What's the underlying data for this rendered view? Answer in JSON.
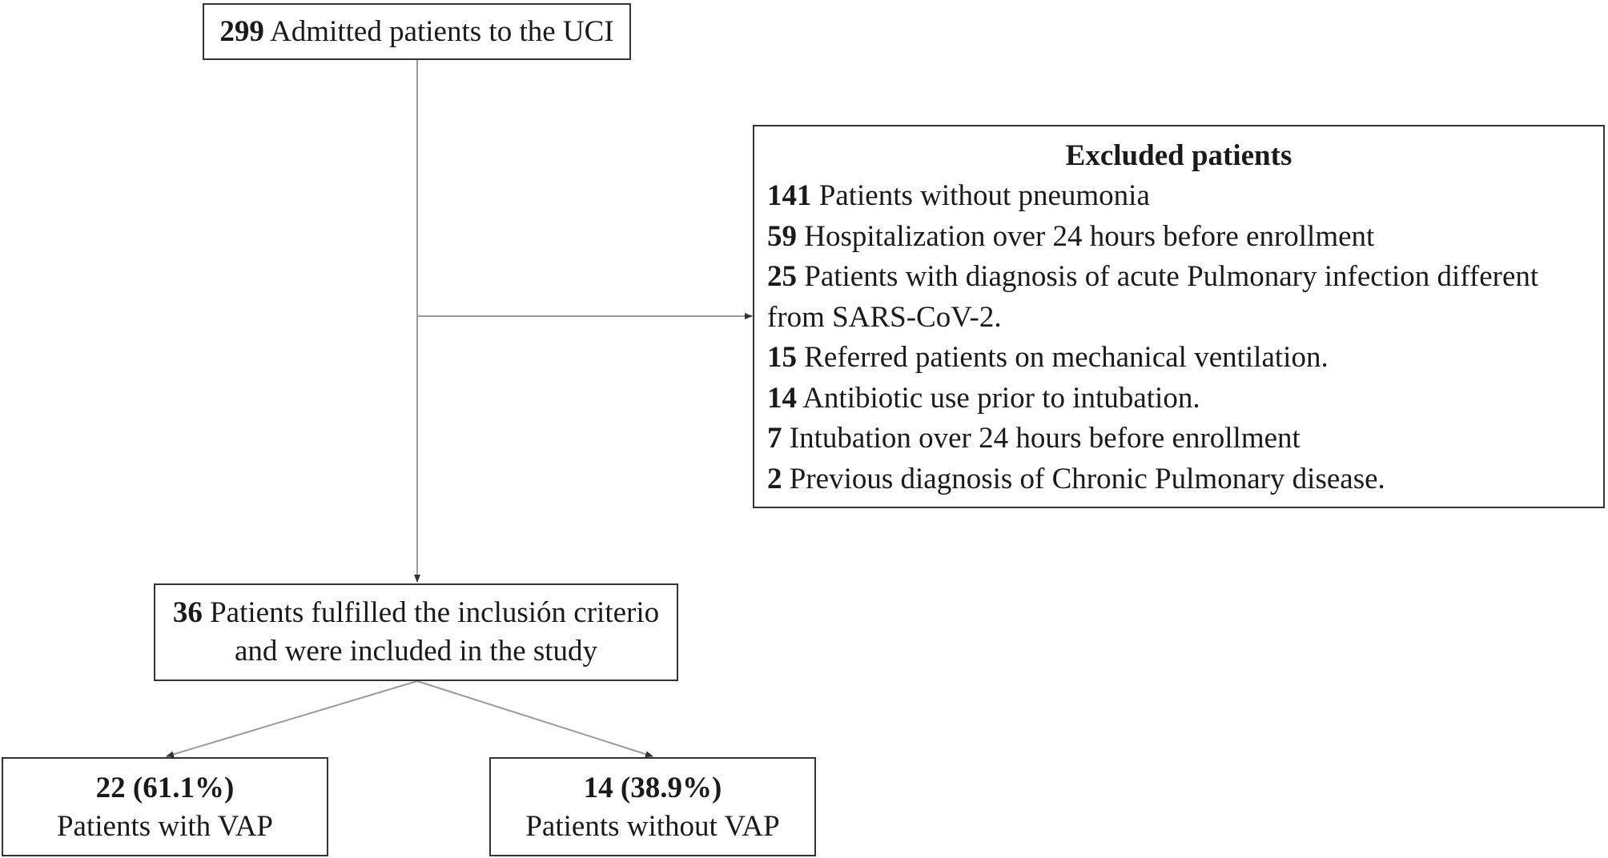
{
  "admitted": {
    "count": "299",
    "text": " Admitted patients to the UCI"
  },
  "excluded": {
    "title": "Excluded patients",
    "items": [
      {
        "count": "141",
        "text": " Patients without pneumonia"
      },
      {
        "count": "59",
        "text": " Hospitalization over 24 hours before enrollment"
      },
      {
        "count": "25",
        "text": " Patients with diagnosis of acute Pulmonary infection different",
        "text2": "from SARS-CoV-2."
      },
      {
        "count": "15",
        "text": " Referred patients on mechanical ventilation."
      },
      {
        "count": "14",
        "text": " Antibiotic use prior to intubation."
      },
      {
        "count": "7",
        "text": " Intubation over 24 hours before enrollment"
      },
      {
        "count": "2",
        "text": " Previous diagnosis of Chronic Pulmonary disease."
      }
    ]
  },
  "included": {
    "count": "36",
    "line1": " Patients fulfilled the inclusión criterio",
    "line2": "and were included in the study"
  },
  "with_vap": {
    "count": "22 (61.1%)",
    "label": "Patients with VAP"
  },
  "without_vap": {
    "count": "14 (38.9%)",
    "label": "Patients without VAP"
  }
}
